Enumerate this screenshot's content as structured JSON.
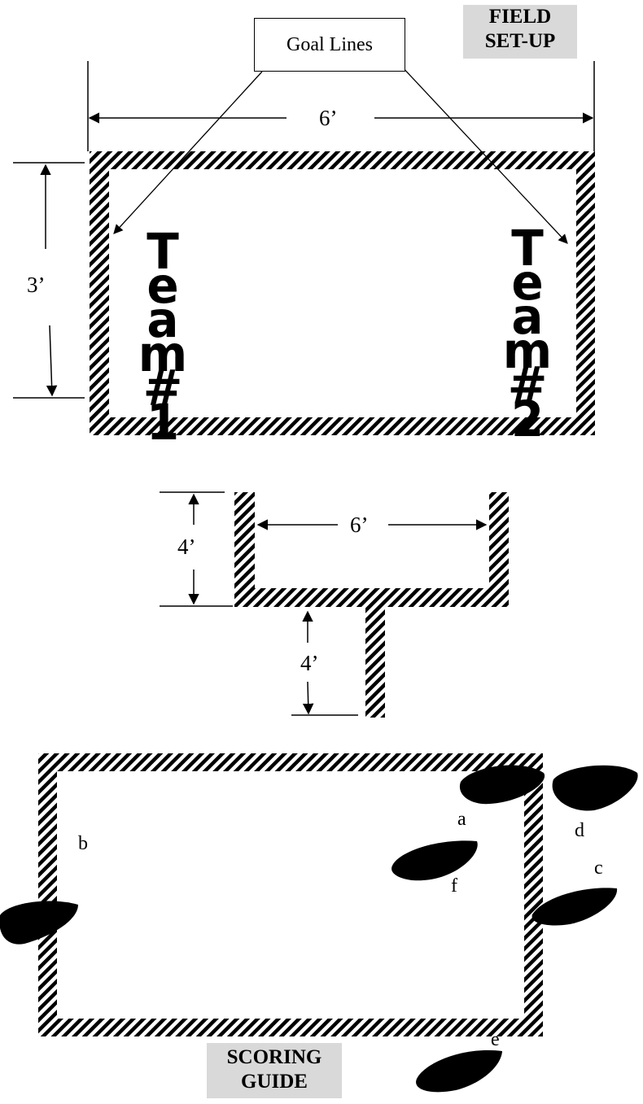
{
  "field_setup": {
    "title_line1": "FIELD",
    "title_line2": "SET-UP",
    "goal_lines_label": "Goal Lines",
    "width_label": "6’",
    "height_label": "3’",
    "team1_chars": [
      "T",
      "e",
      "a",
      "m",
      "#",
      "1"
    ],
    "team2_chars": [
      "T",
      "e",
      "a",
      "m",
      "#",
      "2"
    ]
  },
  "t_diagram": {
    "upper_height_label": "4’",
    "width_label": "6’",
    "stem_height_label": "4’"
  },
  "scoring_guide": {
    "title_line1": "SCORING",
    "title_line2": "GUIDE",
    "markers": [
      "a",
      "b",
      "c",
      "d",
      "e",
      "f"
    ]
  },
  "colors": {
    "ink": "#000000",
    "label_background": "#d9d9d9",
    "paper": "#ffffff"
  }
}
